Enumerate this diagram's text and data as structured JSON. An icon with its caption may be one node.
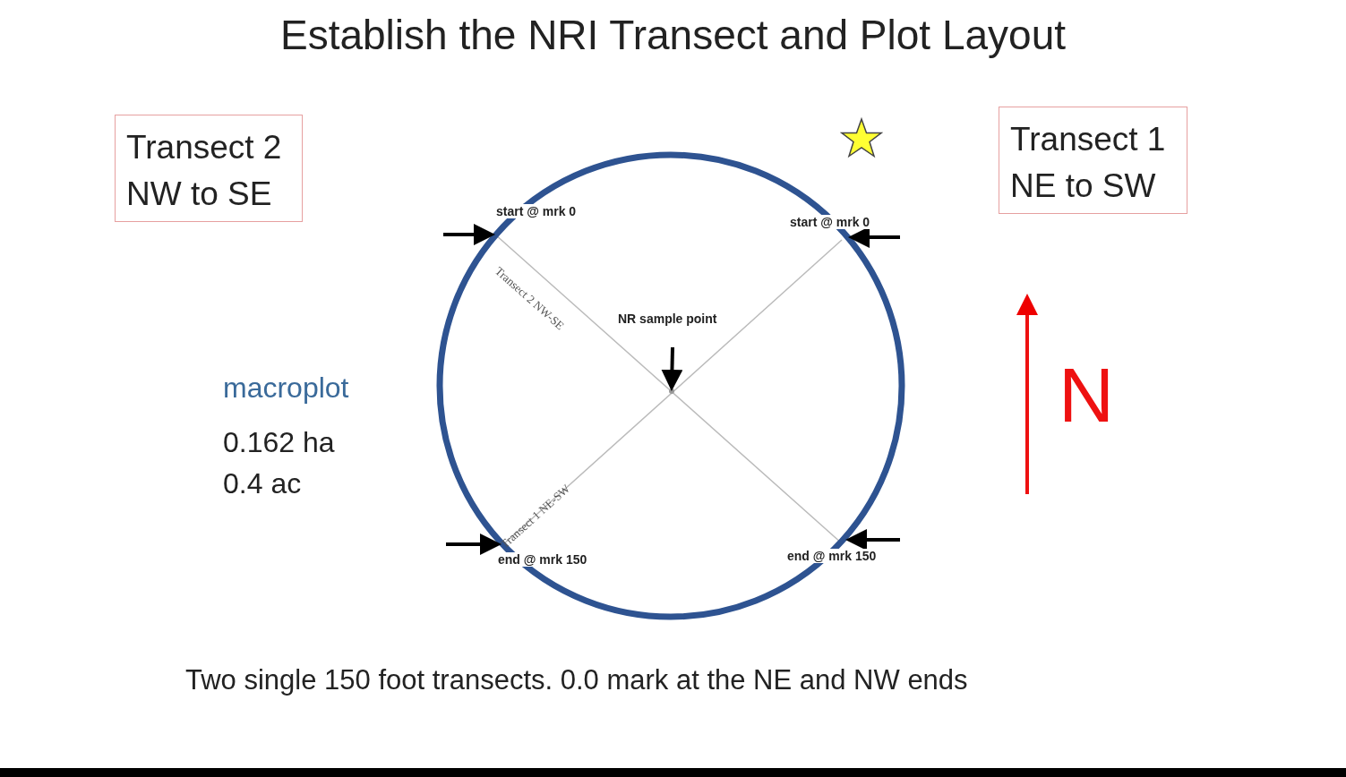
{
  "diagram": {
    "title": "Establish the NRI Transect and Plot Layout",
    "caption": "Two single 150 foot transects.  0.0 mark at the NE and NW ends",
    "nodes": [
      {
        "text": [
          "Transect 2 NW to SE"
        ]
      },
      {
        "text": [
          "Transect 1 NE to SW"
        ]
      },
      {
        "text": [],
        "shape": "circle"
      },
      {
        "text": [
          "NR sample point"
        ],
        "in": 2
      },
      {
        "text": [],
        "shape": "point",
        "in": 2
      }
    ],
    "edges": [
      {
        "from": null,
        "to": 2,
        "arrow": "to"
      },
      {
        "from": null,
        "to": 2,
        "arrow": "to"
      },
      {
        "from": null,
        "to": 2,
        "arrow": "to"
      },
      {
        "from": null,
        "to": 2,
        "arrow": "to"
      },
      {
        "from": 3,
        "to": 4,
        "arrow": "to"
      }
    ],
    "labels": [
      "start @ mrk 0",
      "start @ mrk 0",
      "Transect 2 NW-SE",
      "Transect 1 NE-SW",
      "end @ mrk 150",
      "end @ mrk 150",
      "macroplot",
      "0.162 ha",
      "0.4 ac",
      "N"
    ]
  }
}
